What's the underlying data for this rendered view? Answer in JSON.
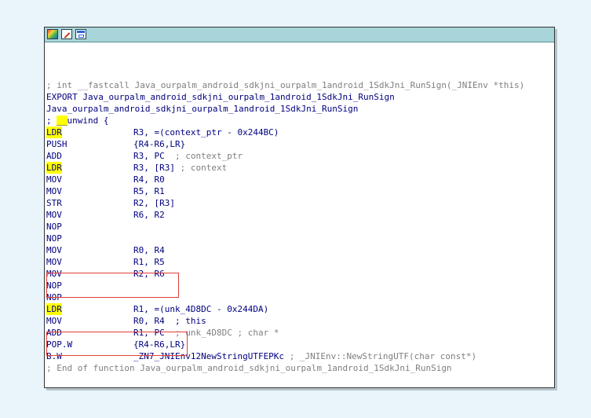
{
  "window": {
    "toolbar_icons": [
      "graph-icon",
      "edit-icon",
      "window-icon"
    ]
  },
  "code": {
    "header_comment": "; int __fastcall Java_ourpalm_android_sdkjni_ourpalm_1android_1SdkJni_RunSign(_JNIEnv *this)",
    "export_line": "EXPORT Java_ourpalm_android_sdkjni_ourpalm_1android_1SdkJni_RunSign",
    "label_line": "Java_ourpalm_android_sdkjni_ourpalm_1android_1SdkJni_RunSign",
    "unwind_line": "; __unwind {",
    "instructions": [
      {
        "mnemonic": "LDR",
        "operands": "R3, =(context_ptr - 0x244BC)",
        "comment": "",
        "highlight": true
      },
      {
        "mnemonic": "PUSH",
        "operands": "{R4-R6,LR}",
        "comment": "",
        "highlight": false
      },
      {
        "mnemonic": "ADD",
        "operands": "R3, PC ",
        "comment": "; context_ptr",
        "highlight": false
      },
      {
        "mnemonic": "LDR",
        "operands": "R3, [R3]",
        "comment": "; context",
        "highlight": true
      },
      {
        "mnemonic": "MOV",
        "operands": "R4, R0",
        "comment": "",
        "highlight": false
      },
      {
        "mnemonic": "MOV",
        "operands": "R5, R1",
        "comment": "",
        "highlight": false
      },
      {
        "mnemonic": "STR",
        "operands": "R2, [R3]",
        "comment": "",
        "highlight": false
      },
      {
        "mnemonic": "MOV",
        "operands": "R6, R2",
        "comment": "",
        "highlight": false
      },
      {
        "mnemonic": "NOP",
        "operands": "",
        "comment": "",
        "highlight": false
      },
      {
        "mnemonic": "NOP",
        "operands": "",
        "comment": "",
        "highlight": false
      },
      {
        "mnemonic": "MOV",
        "operands": "R0, R4",
        "comment": "",
        "highlight": false
      },
      {
        "mnemonic": "MOV",
        "operands": "R1, R5",
        "comment": "",
        "highlight": false
      },
      {
        "mnemonic": "MOV",
        "operands": "R2, R6",
        "comment": "",
        "highlight": false
      },
      {
        "mnemonic": "NOP",
        "operands": "",
        "comment": "",
        "highlight": false
      },
      {
        "mnemonic": "NOP",
        "operands": "",
        "comment": "",
        "highlight": false
      },
      {
        "mnemonic": "LDR",
        "operands": "R1, =(unk_4D8DC - 0x244DA)",
        "comment": "",
        "highlight": true
      },
      {
        "mnemonic": "MOV",
        "operands": "R0, R4  ; this",
        "comment": "",
        "highlight": false
      },
      {
        "mnemonic": "ADD",
        "operands": "R1, PC ",
        "comment": "; unk_4D8DC ; char *",
        "highlight": false
      },
      {
        "mnemonic": "POP.W",
        "operands": "{R4-R6,LR}",
        "comment": "",
        "highlight": false
      },
      {
        "mnemonic": "B.W",
        "operands": "_ZN7_JNIEnv12NewStringUTFEPKc",
        "comment": "; _JNIEnv::NewStringUTF(char const*)",
        "highlight": false
      }
    ],
    "footer_comment": "; End of function Java_ourpalm_android_sdkjni_ourpalm_1android_1SdkJni_RunSign"
  },
  "colors": {
    "code_text": "#00007f",
    "comment": "#7f7f7f",
    "highlight": "#ffff00",
    "annotation_box": "#e0403a",
    "titlebar": "#a7d5da"
  }
}
